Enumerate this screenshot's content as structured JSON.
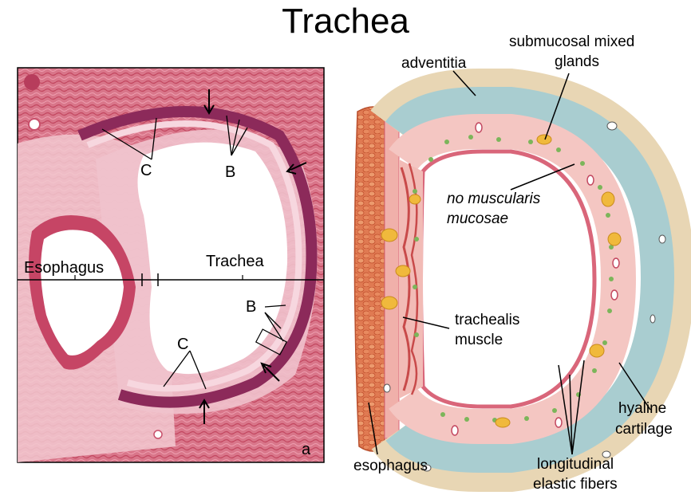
{
  "title": "Trachea",
  "micrograph": {
    "esophagus": "Esophagus",
    "trachea": "Trachea",
    "c_top": "C",
    "b_top": "B",
    "b_right": "B",
    "c_bottom": "C",
    "panel_letter": "a"
  },
  "diagram": {
    "adventitia": "adventitia",
    "submucosal_line1": "submucosal mixed",
    "submucosal_line2": "glands",
    "no_musc_line1": "no muscularis",
    "no_musc_line2": "mucosae",
    "trachealis_line1": "trachealis",
    "trachealis_line2": "muscle",
    "hyaline_line1": "hyaline",
    "hyaline_line2": "cartilage",
    "esophagus": "esophagus",
    "elastic_line1": "longitudinal",
    "elastic_line2": "elastic fibers"
  },
  "colors": {
    "cartilage": "#a9cdd0",
    "mucosa": "#f4c6c2",
    "tissue": "#d9667a",
    "esophagus": "#e0734d"
  }
}
